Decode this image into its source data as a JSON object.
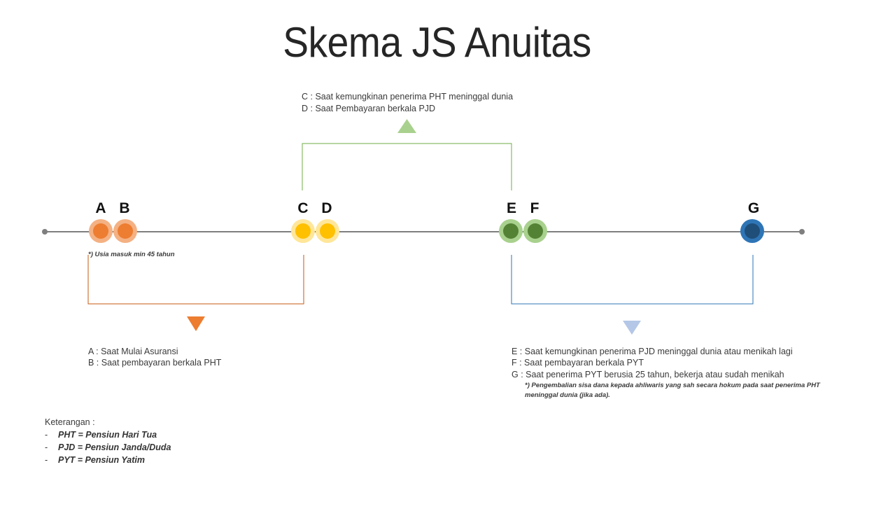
{
  "title": "Skema JS Anuitas",
  "points": [
    {
      "label": "A"
    },
    {
      "label": "B"
    },
    {
      "label": "C"
    },
    {
      "label": "D"
    },
    {
      "label": "E"
    },
    {
      "label": "F"
    },
    {
      "label": "G"
    }
  ],
  "colors": {
    "orange_fill": "#ED7D31",
    "orange_ring": "#F4B183",
    "yellow_fill": "#FFC000",
    "yellow_ring": "#FFE699",
    "green_fill": "#548235",
    "green_ring": "#A9D18E",
    "blue_fill": "#1F4E79",
    "blue_ring": "#2E75B6",
    "light_blue": "#B4C7E7",
    "timeline": "#7F7F7F"
  },
  "note_age": "*) Usia masuk min 45 tahun",
  "top_box": {
    "lines": [
      "C : Saat kemungkinan penerima PHT meninggal dunia",
      "D : Saat Pembayaran berkala PJD"
    ]
  },
  "left_box": {
    "lines": [
      "A : Saat Mulai Asuransi",
      "B : Saat pembayaran berkala PHT"
    ]
  },
  "right_box": {
    "lines": [
      "E : Saat kemungkinan penerima PJD meninggal dunia atau menikah lagi",
      "F : Saat pembayaran berkala PYT",
      "G : Saat penerima PYT berusia 25 tahun, bekerja  atau sudah menikah"
    ],
    "note_lines": [
      "*) Pengembalian sisa dana kepada ahliwaris yang sah secara hokum pada saat penerima PHT",
      "meninggal dunia (jika ada)."
    ]
  },
  "legend": {
    "title": "Keterangan  :",
    "items": [
      "PHT = Pensiun Hari Tua",
      "PJD = Pensiun Janda/Duda",
      "PYT = Pensiun Yatim"
    ]
  }
}
